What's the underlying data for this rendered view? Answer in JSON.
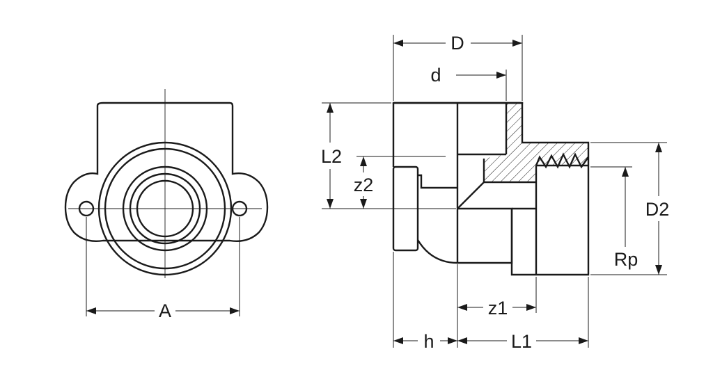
{
  "labels": {
    "A": "A",
    "D": "D",
    "d": "d",
    "L2": "L2",
    "z2": "z2",
    "D2": "D2",
    "Rp": "Rp",
    "z1": "z1",
    "h": "h",
    "L1": "L1"
  },
  "colors": {
    "line": "#1a1a1a",
    "background": "#ffffff"
  }
}
